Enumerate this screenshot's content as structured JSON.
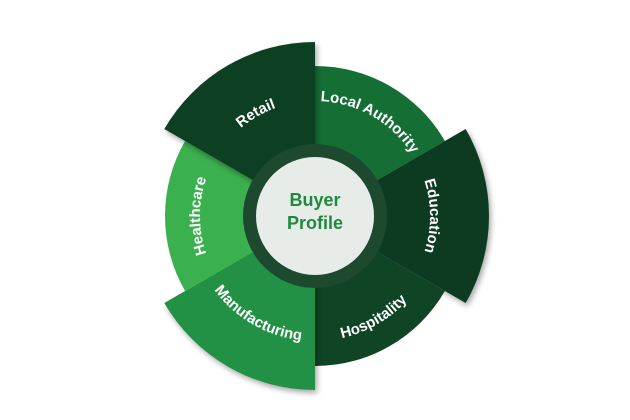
{
  "diagram": {
    "center": {
      "line1": "Buyer",
      "line2": "Profile"
    },
    "segments": [
      {
        "key": "local-authority",
        "label": "Local Authority",
        "color": "#156f35",
        "emphasis": false
      },
      {
        "key": "education",
        "label": "Education",
        "color": "#0d3a21",
        "emphasis": true
      },
      {
        "key": "hospitality",
        "label": "Hospitality",
        "color": "#0f4425",
        "emphasis": false
      },
      {
        "key": "manufacturing",
        "label": "Manufacturing",
        "color": "#239145",
        "emphasis": true
      },
      {
        "key": "healthcare",
        "label": "Healthcare",
        "color": "#3bb04e",
        "emphasis": false
      },
      {
        "key": "retail",
        "label": "Retail",
        "color": "#0f3f23",
        "emphasis": true
      }
    ],
    "colors": {
      "ring": "#1d4a2f",
      "center_fill": "#e8ece9",
      "center_text": "#1e8a3e"
    }
  }
}
